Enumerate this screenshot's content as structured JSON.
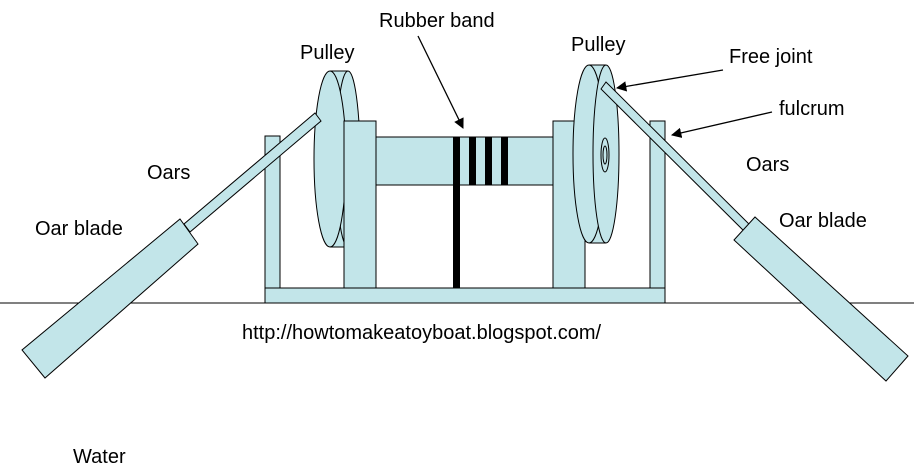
{
  "colors": {
    "part_fill": "#c2e5e9",
    "outline": "#000000",
    "band": "#000000",
    "background": "#ffffff"
  },
  "labels": {
    "rubber_band": "Rubber band",
    "pulley_left": "Pulley",
    "pulley_right": "Pulley",
    "free_joint": "Free joint",
    "fulcrum": "fulcrum",
    "oars_left": "Oars",
    "oars_right": "Oars",
    "oar_blade_left": "Oar blade",
    "oar_blade_right": "Oar blade",
    "url": "http://howtomakeatoyboat.blogspot.com/",
    "water": "Water"
  }
}
